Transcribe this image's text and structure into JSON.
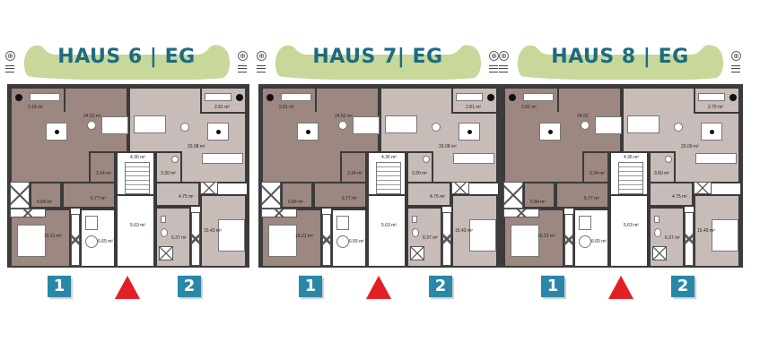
{
  "houses": [
    {
      "title": "HAUS 6 | EG",
      "rooms": {
        "balcony_left": "2.15 m²",
        "living_left": "24.52 m²",
        "living_right": "33.08 m²",
        "balcony_right": "2.81 m²",
        "bath_small_left": "5.84 m²",
        "storage_left": "3.34 m²",
        "stair_landing": "4.36 m²",
        "storage_right": "3.30 m²",
        "hall_left": "6.77 m²",
        "entrance_hall": "5.63 m²",
        "hall_right": "4.75 m²",
        "bedroom_left": "15.21 m²",
        "bath_left": "6.65 m²",
        "bath_right": "6.37 m²",
        "bedroom_right": "15.43 m²"
      },
      "markers": {
        "unit_left": "1",
        "unit_right": "2"
      }
    },
    {
      "title": "HAUS 7| EG",
      "rooms": {
        "balcony_left": "2.81 m²",
        "living_left": "24.52 m²",
        "living_right": "33.08 m²",
        "balcony_right": "2.81 m²",
        "bath_small_left": "5.84 m²",
        "storage_left": "3.34 m²",
        "stair_landing": "4.36 m²",
        "storage_right": "3.30 m²",
        "hall_left": "6.77 m²",
        "entrance_hall": "5.63 m²",
        "hall_right": "4.75 m²",
        "bedroom_left": "15.21 m²",
        "bath_left": "6.55 m²",
        "bath_right": "6.37 m²",
        "bedroom_right": "15.43 m²"
      },
      "markers": {
        "unit_left": "1",
        "unit_right": "2"
      }
    },
    {
      "title": "HAUS 8 | EG",
      "rooms": {
        "balcony_left": "2.81 m²",
        "living_left": "24.52",
        "living_right": "33.09 m²",
        "balcony_right": "2.75 m²",
        "bath_small_left": "5.84 m²",
        "storage_left": "3.34 m²",
        "stair_landing": "4.36 m²",
        "storage_right": "3.50 m²",
        "hall_left": "6.77 m²",
        "entrance_hall": "5.63 m²",
        "hall_right": "4.75 m²",
        "bedroom_left": "15.21 m²",
        "bath_left": "6.65 m²",
        "bath_right": "6.37 m²",
        "bedroom_right": "15.43 m²"
      },
      "markers": {
        "unit_left": "1",
        "unit_right": "2"
      }
    }
  ],
  "colors": {
    "title_text": "#1e6b80",
    "banner_green": "#c7d89a",
    "unit_badge": "#2a87a8",
    "entrance_marker": "#e31e24",
    "room_dark": "#9d8781",
    "room_light": "#c8bcb8",
    "wall": "#3a3a3a"
  },
  "icons": {
    "zoom": "⊕",
    "menu": "≡"
  }
}
